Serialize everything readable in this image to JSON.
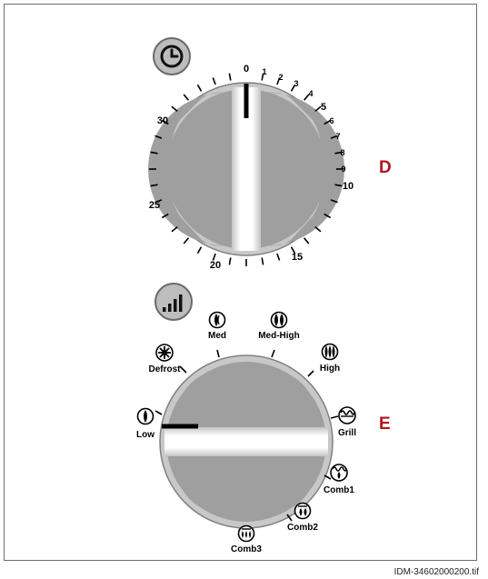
{
  "timer_dial": {
    "label_letter": "D",
    "icon": "clock-icon",
    "numbers": [
      "0",
      "1",
      "2",
      "3",
      "4",
      "5",
      "6",
      "7",
      "8",
      "9",
      "10",
      "15",
      "20",
      "25",
      "30"
    ]
  },
  "power_dial": {
    "label_letter": "E",
    "icon": "power-level-bars-icon",
    "settings": [
      {
        "label": "Low",
        "icon": "low-flame-icon"
      },
      {
        "label": "Defrost",
        "icon": "defrost-snowflake-icon"
      },
      {
        "label": "Med",
        "icon": "med-flame-icon"
      },
      {
        "label": "Med-High",
        "icon": "med-high-flame-icon"
      },
      {
        "label": "High",
        "icon": "high-flame-icon"
      },
      {
        "label": "Grill",
        "icon": "grill-icon"
      },
      {
        "label": "Comb1",
        "icon": "comb1-icon"
      },
      {
        "label": "Comb2",
        "icon": "comb2-icon"
      },
      {
        "label": "Comb3",
        "icon": "comb3-icon"
      }
    ]
  },
  "accent_color": "#b0141e",
  "file_id": "IDM-34602000200.tif"
}
